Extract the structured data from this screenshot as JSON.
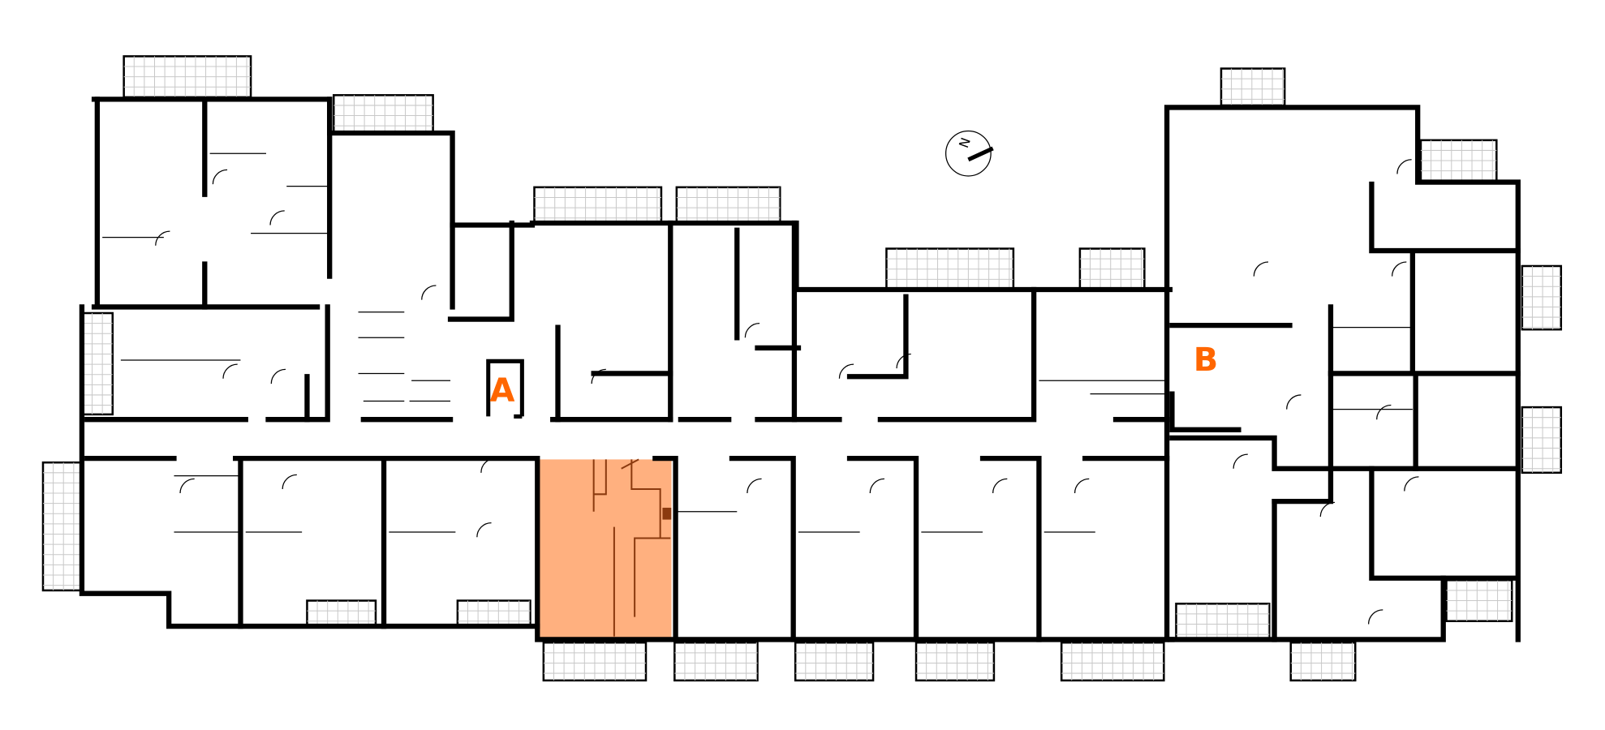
{
  "plan": {
    "stairwells": [
      {
        "label": "A"
      },
      {
        "label": "B"
      }
    ],
    "compass": {
      "label": "N"
    },
    "highlighted_unit": {
      "selected": true
    }
  },
  "colors": {
    "wall": "#000000",
    "label": "#ff6600",
    "highlight_fill": "#ffb07f",
    "highlight_walls": "#8b3a0f",
    "balcony_grid": "#c8c8c8"
  }
}
